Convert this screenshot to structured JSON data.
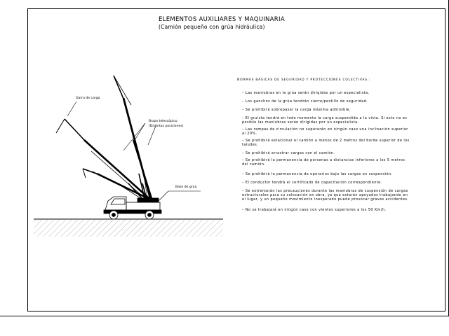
{
  "drawing": {
    "title": "ELEMENTOS AUXILIARES Y MAQUINARIA",
    "subtitle": "(Camión pequeño con grúa hidráulica)"
  },
  "labels": {
    "garra": "Garra de carga",
    "brazo_line1": "Brazo telescópico",
    "brazo_line2": "(Distintas posiciones)",
    "base": "Base de grúa"
  },
  "norms": {
    "heading": "NORMAS BÁSICAS DE SEGURIDAD Y PROTECCIONES COLECTIVAS :",
    "items": [
      "– Las maniobras en la grúa serán dirigidas por un especialista.",
      "– Los ganchos de la grúa tendrán cierre/pestillo de seguridad.",
      "– Se prohibirá sobrepasar la carga máxima admisible.",
      "– El gruísta tendrá en todo momento la carga suspendida a la vista. Si esto no es posible las maniobras serán dirigidas por un especialista.",
      "– Las rampas de circulación no superarán en ningún caso una inclinación superior al 20%.",
      "– Se prohibirá estacionar el camión a menos de 2 metros del borde superior de los taludes.",
      "– Se prohibirá arrastrar cargas con el camión.",
      "– Se prohibirá la permanencia de personas a distancias inferiores a los 5 metros del camión.",
      "– Se prohibirá la permanencia de operarios bajo las cargas en suspensión.",
      "– El conductor tendrá el certificado de capacitación correspondiente.",
      "– Se extremarán las precauciones durante las maniobras de suspensión de cargas estructurales para su colocación en obra, ya que estarán apoyados trabajando en el lugar, y un pequeño movimiento inesperado puede provocar graves accidentes.",
      "– No se trabajará en ningún caso con vientos superiores a los 50 Km/h."
    ]
  }
}
